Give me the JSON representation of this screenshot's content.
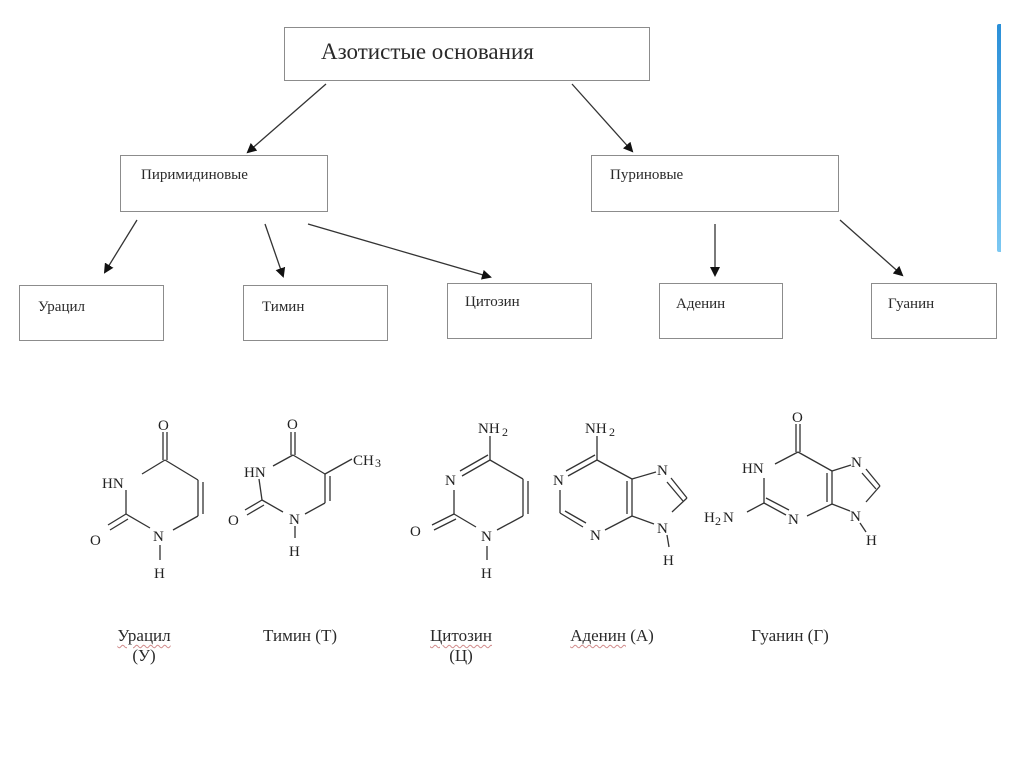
{
  "accent_color": "#2a8fd8",
  "tree": {
    "root": "Азотистые основания",
    "pyrimidines": "Пиримидиновые",
    "purines": "Пуриновые",
    "leaves": [
      "Урацил",
      "Тимин",
      "Цитозин",
      "Аденин",
      "Гуанин"
    ]
  },
  "structures": {
    "uracil": {
      "atoms": {
        "o_top": "O",
        "hn": "HN",
        "o_left": "O",
        "n1": "N",
        "h": "H"
      }
    },
    "thymine": {
      "atoms": {
        "o_top": "O",
        "hn": "HN",
        "ch3": "CH",
        "ch3_sub": "3",
        "o_left": "O",
        "n1": "N",
        "h": "H"
      }
    },
    "cytosine": {
      "atoms": {
        "nh2": "NH",
        "nh2_sub": "2",
        "n3": "N",
        "o_left": "O",
        "n1": "N",
        "h": "H"
      }
    },
    "adenine": {
      "atoms": {
        "nh2": "NH",
        "nh2_sub": "2",
        "n1": "N",
        "n3": "N",
        "n7": "N",
        "n9": "N",
        "h": "H"
      }
    },
    "guanine": {
      "atoms": {
        "o_top": "O",
        "hn": "HN",
        "h2n": "H",
        "h2n_sub": "2",
        "h2n_n": "N",
        "n3": "N",
        "n7": "N",
        "n9": "N",
        "h": "H"
      }
    }
  },
  "captions": [
    {
      "name": "Урацил",
      "abbr": "(У)"
    },
    {
      "name": "Тимин (Т)",
      "abbr": ""
    },
    {
      "name": "Цитозин",
      "abbr": "(Ц)"
    },
    {
      "name": "Аденин (А)",
      "abbr": ""
    },
    {
      "name": "Гуанин (Г)",
      "abbr": ""
    }
  ]
}
